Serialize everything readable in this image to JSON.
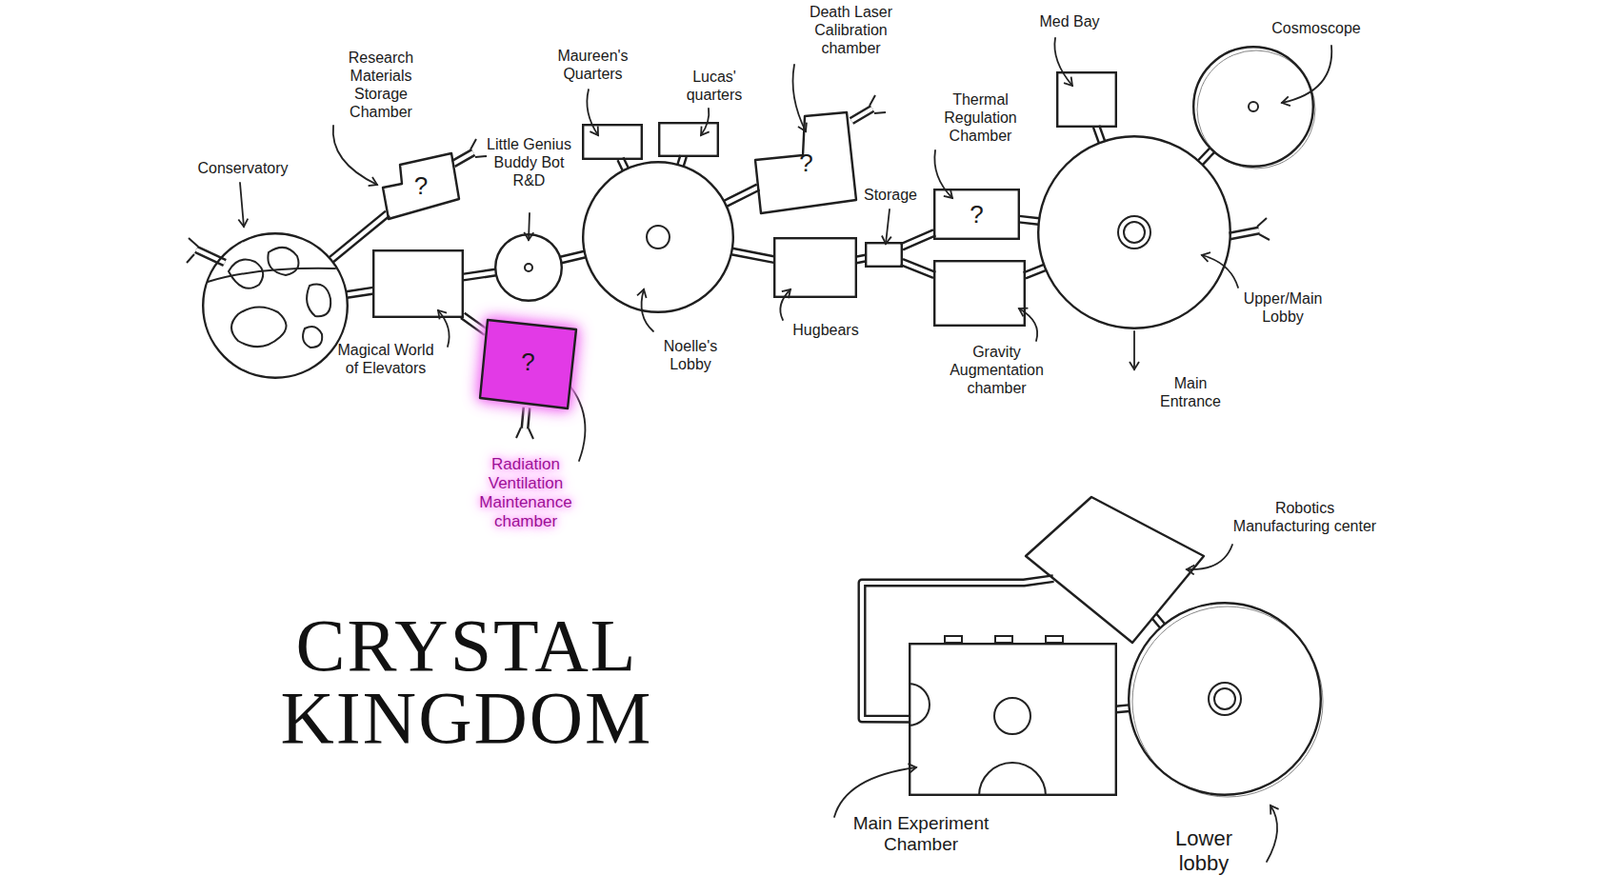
{
  "diagram": {
    "title": "CRYSTAL KINGDOM",
    "nodes": [
      {
        "text": [
          "Conservatory"
        ]
      },
      {
        "text": [
          "?",
          "Research Materials Storage Chamber"
        ]
      },
      {
        "text": [
          "Magical World of Elevators"
        ]
      },
      {
        "text": [
          "Little Genius Buddy Bot R&D"
        ]
      },
      {
        "text": [
          "?",
          "Radiation Ventilation Maintenance chamber"
        ]
      },
      {
        "text": [
          "Maureen's Quarters"
        ]
      },
      {
        "text": [
          "Lucas' quarters"
        ]
      },
      {
        "text": [
          "Noelle's Lobby"
        ]
      },
      {
        "text": [
          "?",
          "Death Laser Calibration chamber"
        ]
      },
      {
        "text": [
          "Storage"
        ]
      },
      {
        "text": [
          "Hugbears"
        ]
      },
      {
        "text": [
          "?",
          "Thermal Regulation Chamber"
        ]
      },
      {
        "text": [
          "Gravity Augmentation chamber"
        ]
      },
      {
        "text": [
          "Med Bay"
        ]
      },
      {
        "text": [
          "Cosmoscope"
        ]
      },
      {
        "text": [
          "Upper/Main Lobby"
        ]
      },
      {
        "text": [
          "Robotics Manufacturing center"
        ]
      },
      {
        "text": [
          "Main Experiment Chamber"
        ]
      },
      {
        "text": [
          "Lower lobby"
        ]
      }
    ],
    "edges": [
      {
        "from": 0,
        "to": 1,
        "arrow": "none"
      },
      {
        "from": 0,
        "to": 2,
        "arrow": "none"
      },
      {
        "from": 2,
        "to": 3,
        "arrow": "none"
      },
      {
        "from": 2,
        "to": 4,
        "arrow": "none"
      },
      {
        "from": 3,
        "to": 7,
        "arrow": "none"
      },
      {
        "from": 7,
        "to": 5,
        "arrow": "none"
      },
      {
        "from": 7,
        "to": 6,
        "arrow": "none"
      },
      {
        "from": 7,
        "to": 8,
        "arrow": "none"
      },
      {
        "from": 7,
        "to": 10,
        "arrow": "none"
      },
      {
        "from": 10,
        "to": 9,
        "arrow": "none"
      },
      {
        "from": 9,
        "to": 11,
        "arrow": "none"
      },
      {
        "from": 9,
        "to": 12,
        "arrow": "none"
      },
      {
        "from": 11,
        "to": 15,
        "arrow": "none"
      },
      {
        "from": 12,
        "to": 15,
        "arrow": "none"
      },
      {
        "from": 15,
        "to": 13,
        "arrow": "none"
      },
      {
        "from": 15,
        "to": 14,
        "arrow": "none"
      },
      {
        "from": 17,
        "to": 18,
        "arrow": "none"
      },
      {
        "from": 16,
        "to": 18,
        "arrow": "none"
      },
      {
        "from": 17,
        "to": 16,
        "arrow": "none"
      }
    ],
    "labels": [
      "Main Entrance"
    ]
  }
}
